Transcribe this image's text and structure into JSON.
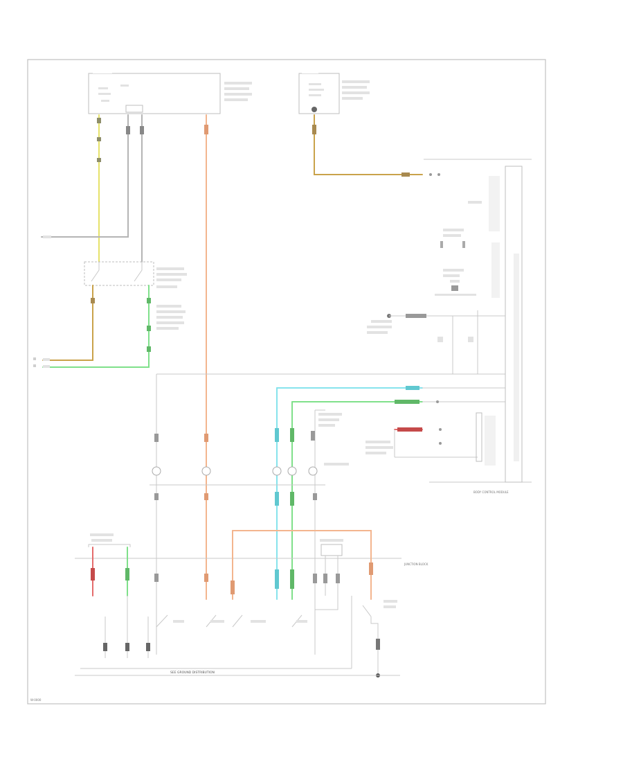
{
  "labels": {
    "page_ref": "W-0000",
    "bottom_bus": "SEE GROUND DISTRIBUTION",
    "module_name": "BODY CONTROL MODULE",
    "right_junction": "JUNCTION BLOCK"
  },
  "colors": {
    "yellow": "#e6e26a",
    "tan": "#c9a24a",
    "orange": "#f3b58e",
    "green": "#7fe08a",
    "cyan": "#86e3ec",
    "red": "#e46b6b",
    "gray": "#b4b4b4",
    "frame": "#c0c0c0"
  },
  "icons": {
    "switch": "switch-icon",
    "connector": "connector-icon",
    "ground": "ground-icon",
    "splice": "splice-icon"
  }
}
